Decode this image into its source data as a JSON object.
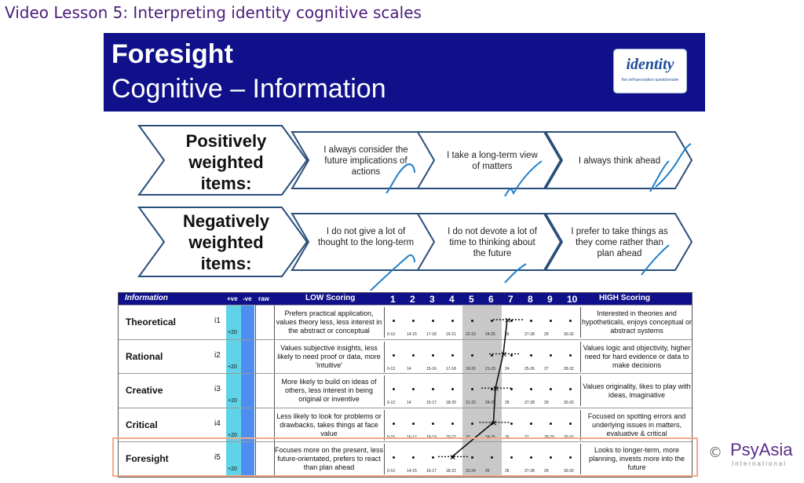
{
  "lesson_title": "Video Lesson 5: Interpreting identity cognitive scales",
  "banner": {
    "title": "Foresight",
    "subtitle": "Cognitive – Information",
    "logo_word": "identity",
    "logo_tagline": "the self-perception questionnaire"
  },
  "positive": {
    "heading": [
      "Positively",
      "weighted",
      "items:"
    ],
    "items": [
      "I always consider the future implications of actions",
      "I take a long-term view of matters",
      "I always think ahead"
    ]
  },
  "negative": {
    "heading": [
      "Negatively",
      "weighted",
      "items:"
    ],
    "items": [
      "I do not give a lot of thought to the long-term",
      "I do not devote a lot of time to thinking about the future",
      "I prefer to take things as they come rather than plan ahead"
    ]
  },
  "table": {
    "headers": {
      "info": "Information",
      "pos": "+ve",
      "neg": "-ve",
      "raw": "raw",
      "low": "LOW Scoring",
      "high": "HIGH Scoring"
    },
    "scale": [
      "1",
      "2",
      "3",
      "4",
      "5",
      "6",
      "7",
      "8",
      "9",
      "10"
    ],
    "plus20": "+20",
    "rows": [
      {
        "name": "Theoretical",
        "code": "i1",
        "low": "Prefers practical application, values theory less, less interest in the abstract or conceptual",
        "high": "Interested in theories and hypotheticals, enjoys conceptual or abstract systems",
        "ranges": [
          "0-13",
          "14-15",
          "17-18",
          "19-21",
          "22-23",
          "24-25",
          "26",
          "27-28",
          "29",
          "30-32"
        ],
        "score": 6.8
      },
      {
        "name": "Rational",
        "code": "i2",
        "low": "Values subjective insights, less likely to need proof or data, more 'intuitive'",
        "high": "Values logic and objectivity, higher need for hard evidence or data to make decisions",
        "ranges": [
          "0-13",
          "14",
          "15-16",
          "17-18",
          "19-20",
          "21-23",
          "24",
          "25-26",
          "27",
          "28-32"
        ],
        "score": 6.6
      },
      {
        "name": "Creative",
        "code": "i3",
        "low": "More likely to build on ideas of others, less interest in being original or inventive",
        "high": "Values originality, likes to play with ideas, imaginative",
        "ranges": [
          "0-13",
          "14",
          "15-17",
          "18-20",
          "21-23",
          "24-25",
          "26",
          "27-28",
          "29",
          "30-32"
        ],
        "score": 6.2
      },
      {
        "name": "Critical",
        "code": "i4",
        "low": "Less likely to look for problems or drawbacks, takes things at face value",
        "high": "Focused on spotting errors and underlying issues in matters, evaluative & critical",
        "ranges": [
          "0-15",
          "16-17",
          "18-19",
          "20-22",
          "23",
          "24-25",
          "26",
          "27",
          "28-29",
          "30-32"
        ],
        "score": 6.1
      },
      {
        "name": "Foresight",
        "code": "i5",
        "low": "Focuses more on the present, less future-orientated, prefers to react than plan ahead",
        "high": "Looks to longer-term, more planning, invests more into the future",
        "ranges": [
          "0-13",
          "14-15",
          "16-17",
          "18-22",
          "23-24",
          "25",
          "26",
          "27-28",
          "29",
          "30-32"
        ],
        "score": 4.0
      }
    ]
  },
  "psyasia": {
    "copyright": "©",
    "name": "PsyAsia",
    "sub": "International"
  },
  "colors": {
    "banner": "#10108a",
    "pos_col": "#61d3e8",
    "neg_col": "#4e8ef0",
    "highlight": "#f1a98a",
    "pen": "#1f7fc8"
  }
}
